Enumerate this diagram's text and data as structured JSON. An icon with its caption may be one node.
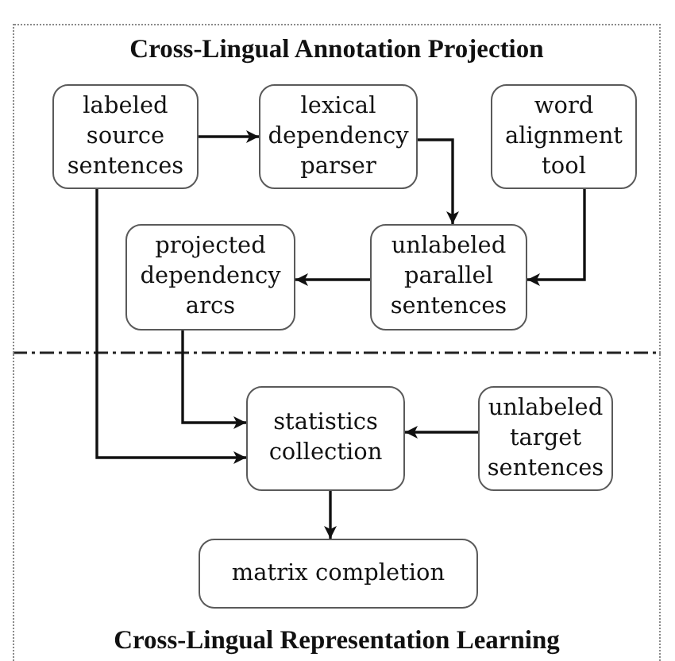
{
  "diagram": {
    "nodes": [
      {
        "text": [
          "Cross-Lingual Annotation Projection"
        ]
      },
      {
        "text": [
          "labeled source sentences"
        ],
        "in": 0
      },
      {
        "text": [
          "lexical dependency parser"
        ],
        "in": 0
      },
      {
        "text": [
          "word alignment tool"
        ],
        "in": 0
      },
      {
        "text": [
          "projected dependency arcs"
        ],
        "in": 0
      },
      {
        "text": [
          "unlabeled parallel sentences"
        ],
        "in": 0
      },
      {
        "text": [
          "Cross-Lingual Representation Learning"
        ]
      },
      {
        "text": [
          "statistics collection"
        ],
        "in": 6
      },
      {
        "text": [
          "unlabeled target sentences"
        ],
        "in": 6
      },
      {
        "text": [
          "matrix completion"
        ],
        "in": 6
      }
    ],
    "edges": [
      {
        "from": 1,
        "to": 2,
        "arrow": "to"
      },
      {
        "from": 2,
        "to": 5,
        "arrow": "to"
      },
      {
        "from": 3,
        "to": 5,
        "arrow": "to"
      },
      {
        "from": 5,
        "to": 4,
        "arrow": "to"
      },
      {
        "from": 4,
        "to": 7,
        "arrow": "to"
      },
      {
        "from": 1,
        "to": 7,
        "arrow": "to"
      },
      {
        "from": 8,
        "to": 7,
        "arrow": "to"
      },
      {
        "from": 7,
        "to": 9,
        "arrow": "to"
      }
    ]
  }
}
